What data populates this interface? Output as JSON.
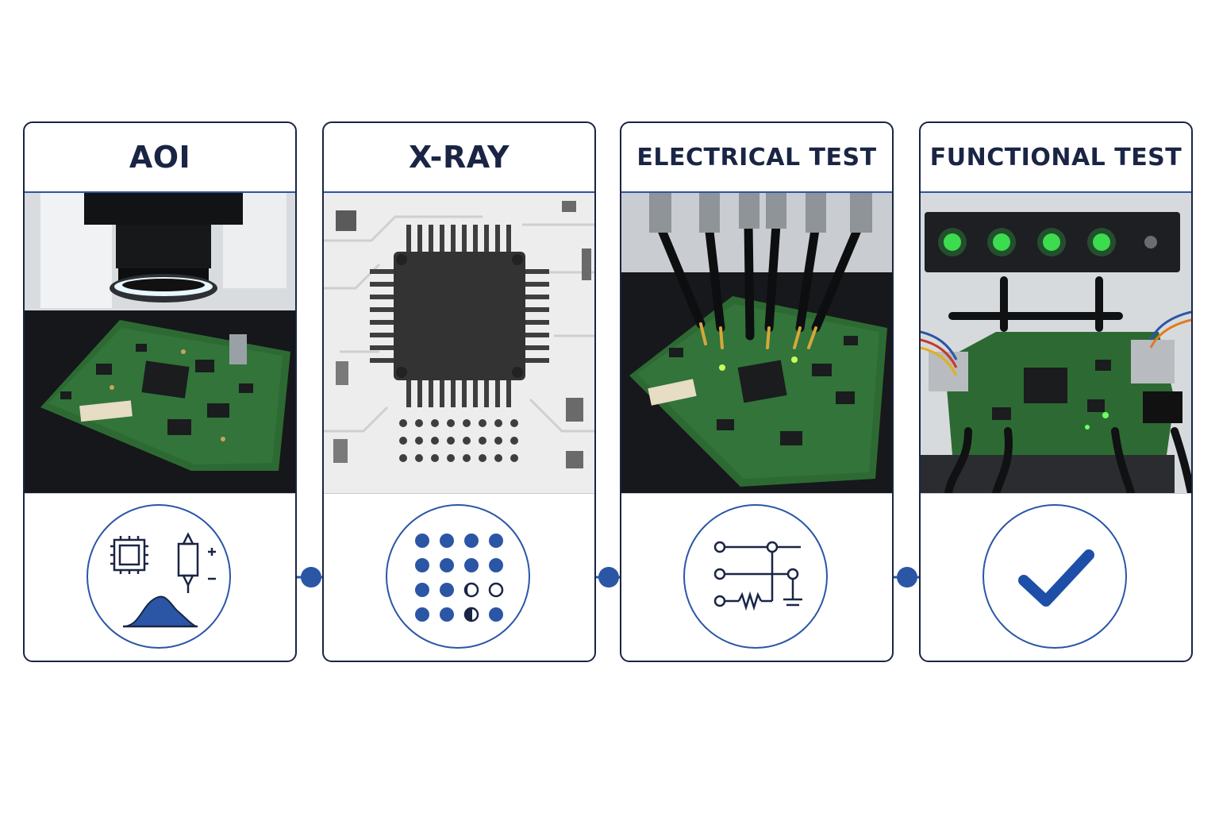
{
  "stages": [
    {
      "id": "aoi",
      "title": "AOI",
      "icon": "aoi-components-icon"
    },
    {
      "id": "xray",
      "title": "X-RAY",
      "icon": "bga-solder-balls-icon"
    },
    {
      "id": "electrical",
      "title": "ELECTRICAL TEST",
      "icon": "circuit-schematic-icon"
    },
    {
      "id": "functional",
      "title": "FUNCTIONAL TEST",
      "icon": "checkmark-icon"
    }
  ],
  "colors": {
    "accent": "#2b56a6",
    "dark": "#1a2545",
    "pcb": "#2e6b34",
    "led": "#3ddc4f"
  }
}
